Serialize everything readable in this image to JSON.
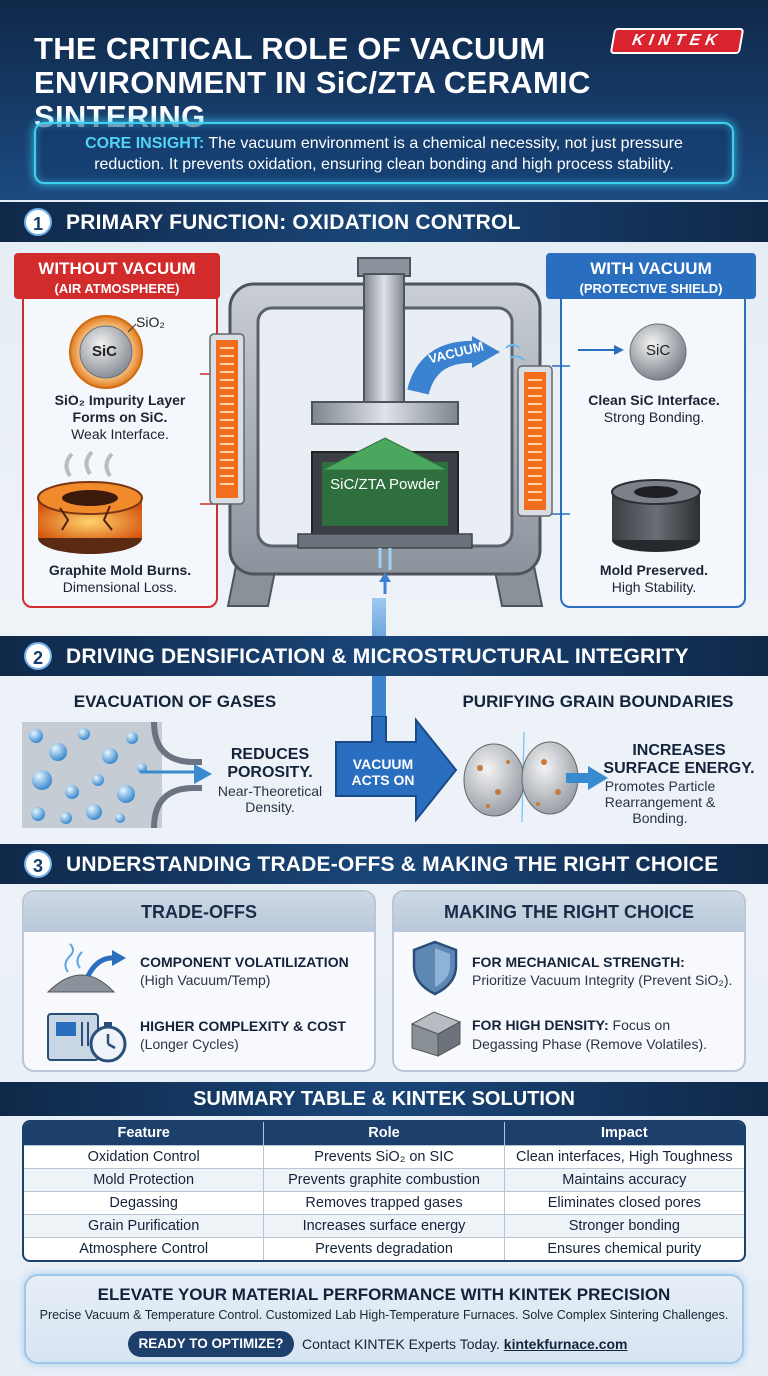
{
  "header": {
    "title": "THE CRITICAL ROLE OF VACUUM ENVIRONMENT IN SiC/ZTA CERAMIC SINTERING",
    "logo": "KINTEK",
    "insight_label": "CORE INSIGHT:",
    "insight_text": "The vacuum environment is a chemical necessity, not just pressure reduction. It prevents oxidation, ensuring clean bonding and high process stability."
  },
  "section1": {
    "number": "1",
    "title": "PRIMARY FUNCTION: OXIDATION CONTROL",
    "left_tag_main": "WITHOUT VACUUM",
    "left_tag_sub": "(AIR ATMOSPHERE)",
    "right_tag_main": "WITH VACUUM",
    "right_tag_sub": "(PROTECTIVE SHIELD)",
    "sic_label": "SiC",
    "sio2_label": "SiO₂",
    "left_cap1_bold": "SiO₂ Impurity Layer Forms on SiC.",
    "left_cap1_text": "Weak Interface.",
    "left_cap2_bold": "Graphite Mold Burns.",
    "left_cap2_text": "Dimensional Loss.",
    "right_cap1_bold": "Clean SiC Interface.",
    "right_cap1_text": "Strong Bonding.",
    "right_cap2_bold": "Mold Preserved.",
    "right_cap2_text": "High Stability.",
    "vacuum_arrow": "VACUUM",
    "powder_label": "SiC/ZTA Powder"
  },
  "section2": {
    "number": "2",
    "title": "DRIVING DENSIFICATION & MICROSTRUCTURAL INTEGRITY",
    "left_head": "EVACUATION OF GASES",
    "right_head": "PURIFYING GRAIN BOUNDARIES",
    "left_big": "REDUCES POROSITY.",
    "left_small": "Near-Theoretical Density.",
    "center_arrow": "VACUUM ACTS ON",
    "right_big": "INCREASES SURFACE ENERGY.",
    "right_small": "Promotes Particle Rearrangement & Bonding."
  },
  "section3": {
    "number": "3",
    "title": "UNDERSTANDING TRADE-OFFS & MAKING THE RIGHT CHOICE",
    "tradeoffs_head": "TRADE-OFFS",
    "t1_title": "COMPONENT VOLATILIZATION",
    "t1_sub": "(High Vacuum/Temp)",
    "t2_title": "HIGHER COMPLEXITY & COST",
    "t2_sub": "(Longer Cycles)",
    "choice_head": "MAKING THE RIGHT CHOICE",
    "c1_title": "FOR MECHANICAL STRENGTH:",
    "c1_sub": "Prioritize Vacuum Integrity (Prevent SiO₂).",
    "c2_title": "FOR HIGH DENSITY:",
    "c2_sub_a": "Focus on",
    "c2_sub_b": "Degassing Phase (Remove Volatiles)."
  },
  "summary": {
    "title": "SUMMARY TABLE & KINTEK SOLUTION",
    "columns": [
      "Feature",
      "Role",
      "Impact"
    ],
    "rows": [
      [
        "Oxidation Control",
        "Prevents SiO₂ on SIC",
        "Clean interfaces, High Toughness"
      ],
      [
        "Mold Protection",
        "Prevents graphite combustion",
        "Maintains accuracy"
      ],
      [
        "Degassing",
        "Removes trapped gases",
        "Eliminates closed pores"
      ],
      [
        "Grain Purification",
        "Increases surface energy",
        "Stronger bonding"
      ],
      [
        "Atmosphere Control",
        "Prevents degradation",
        "Ensures chemical purity"
      ]
    ]
  },
  "footer": {
    "title": "ELEVATE YOUR MATERIAL PERFORMANCE WITH KINTEK PRECISION",
    "subtitle": "Precise Vacuum & Temperature Control. Customized Lab High-Temperature Furnaces. Solve Complex Sintering Challenges.",
    "cta": "READY TO OPTIMIZE?",
    "contact_text": "Contact KINTEK Experts Today.",
    "contact_link": "kintekfurnace.com"
  }
}
